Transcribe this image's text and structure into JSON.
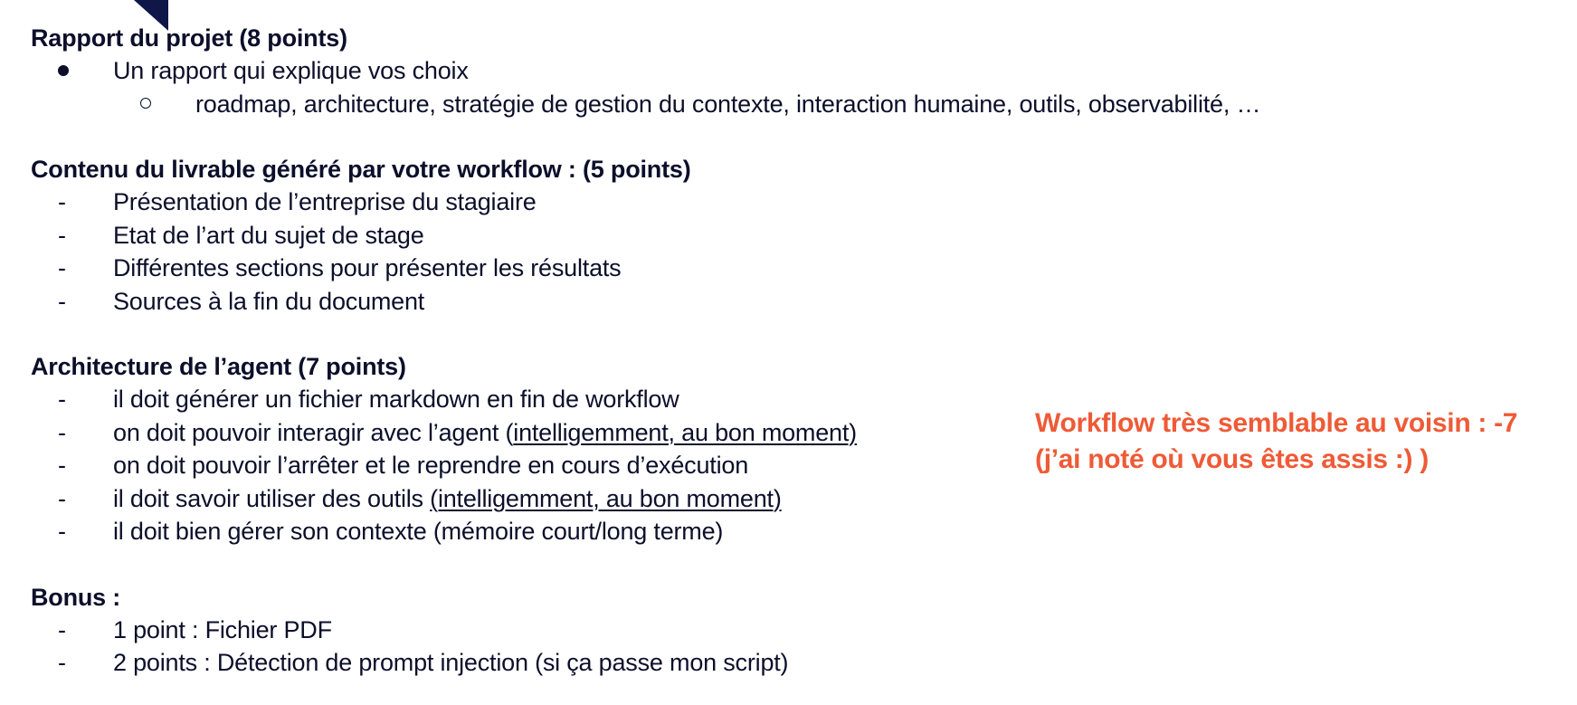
{
  "sections": {
    "rapport": {
      "title": "Rapport du projet  (8 points)",
      "bullet": "Un rapport qui explique vos choix",
      "sub_bullet": "roadmap, architecture, stratégie de gestion du contexte, interaction humaine, outils, observabilité, …"
    },
    "contenu": {
      "title": "Contenu du livrable généré par votre workflow : (5 points)",
      "items": [
        "Présentation de l’entreprise du stagiaire",
        "Etat de l’art du sujet de stage",
        "Différentes sections pour présenter les résultats",
        "Sources à la fin du document"
      ]
    },
    "architecture": {
      "title": "Architecture de l’agent (7 points)",
      "items": [
        {
          "text": "il doit générer un fichier markdown en fin de workflow",
          "underlined": ""
        },
        {
          "text": "on doit pouvoir interagir avec l’agent (",
          "underlined": "intelligemment, au bon moment)"
        },
        {
          "text": "on doit pouvoir l’arrêter et le reprendre en cours d’exécution",
          "underlined": ""
        },
        {
          "text": "il doit savoir utiliser des outils ",
          "underlined": "(intelligemment, au bon moment)"
        },
        {
          "text": "il doit bien gérer son contexte (mémoire court/long terme)",
          "underlined": ""
        }
      ]
    },
    "bonus": {
      "title": "Bonus :",
      "items": [
        "1 point : Fichier PDF",
        "2 points : Détection de prompt injection (si ça passe mon script)"
      ]
    }
  },
  "dash": "-",
  "note": {
    "line1": "Workflow très semblable au voisin : -7",
    "line2": "(j’ai noté où vous êtes assis :) )",
    "color": "#ef5a36"
  },
  "accent_color": "#0f1748"
}
